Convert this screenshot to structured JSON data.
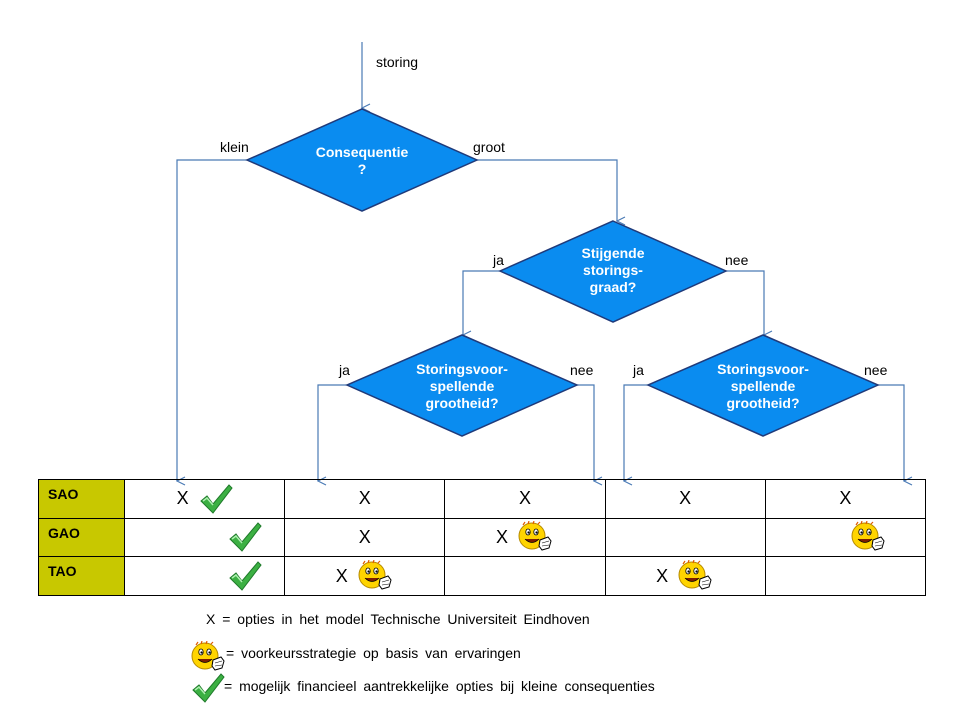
{
  "start_label": "storing",
  "diamonds": {
    "top": {
      "text": "Consequentie\n?",
      "left_label": "klein",
      "right_label": "groot"
    },
    "middle": {
      "text": "Stijgende\nstorings-\ngraad?",
      "left_label": "ja",
      "right_label": "nee"
    },
    "bottom_left": {
      "text": "Storingsvoor-\nspellende\ngrootheid?",
      "left_label": "ja",
      "right_label": "nee"
    },
    "bottom_right": {
      "text": "Storingsvoor-\nspellende\ngrootheid?",
      "left_label": "ja",
      "right_label": "nee"
    }
  },
  "table": {
    "rows": [
      {
        "label": "SAO",
        "cells": [
          {
            "x": "X",
            "check": true,
            "smiley": false
          },
          {
            "x": "X",
            "check": false,
            "smiley": false
          },
          {
            "x": "X",
            "check": false,
            "smiley": false
          },
          {
            "x": "X",
            "check": false,
            "smiley": false
          },
          {
            "x": "X",
            "check": false,
            "smiley": false
          }
        ]
      },
      {
        "label": "GAO",
        "cells": [
          {
            "x": "",
            "check": true,
            "smiley": false
          },
          {
            "x": "X",
            "check": false,
            "smiley": false
          },
          {
            "x": "X",
            "check": false,
            "smiley": true
          },
          {
            "x": "",
            "check": false,
            "smiley": false
          },
          {
            "x": "",
            "check": false,
            "smiley": true
          }
        ]
      },
      {
        "label": "TAO",
        "cells": [
          {
            "x": "",
            "check": true,
            "smiley": false
          },
          {
            "x": "X",
            "check": false,
            "smiley": true
          },
          {
            "x": "",
            "check": false,
            "smiley": false
          },
          {
            "x": "X",
            "check": false,
            "smiley": true
          },
          {
            "x": "",
            "check": false,
            "smiley": false
          }
        ]
      }
    ]
  },
  "legend": {
    "x_text": "X = opties in het model Technische Universiteit Eindhoven",
    "smiley_text": "= voorkeursstrategie op basis van ervaringen",
    "check_text": "= mogelijk financieel aantrekkelijke opties bij kleine consequenties"
  },
  "colors": {
    "diamond_fill": "#0a8cf0",
    "diamond_stroke": "#1f3a7a",
    "connector": "#4a7ab5",
    "row_header": "#c8c800",
    "check_green": "#3cb043"
  },
  "icons": {
    "check": "green-check-icon",
    "smiley": "smiley-thumb-icon"
  }
}
